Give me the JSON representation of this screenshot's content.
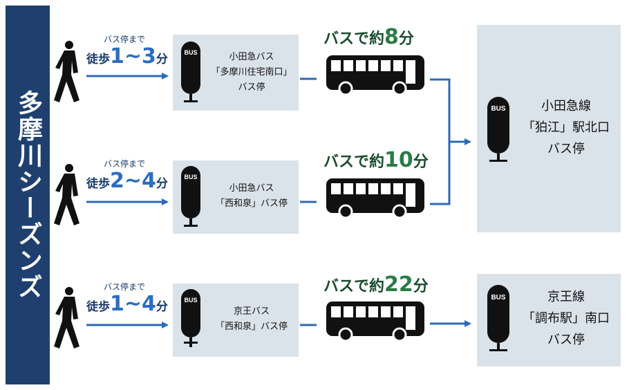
{
  "sidebar": {
    "title": "多摩川シーズンズ"
  },
  "routes": [
    {
      "walk_caption": "バス停まで",
      "walk_label": "徒歩",
      "walk_range": "1~3",
      "walk_unit": "分",
      "stop_line1": "小田急バス",
      "stop_line2": "「多摩川住宅南口」",
      "stop_line3": "バス停",
      "bus_prefix": "バスで約",
      "bus_minutes": "8",
      "bus_unit": "分"
    },
    {
      "walk_caption": "バス停まで",
      "walk_label": "徒歩",
      "walk_range": "2~4",
      "walk_unit": "分",
      "stop_line1": "小田急バス",
      "stop_line2": "「西和泉」バス停",
      "bus_prefix": "バスで約",
      "bus_minutes": "10",
      "bus_unit": "分"
    },
    {
      "walk_caption": "バス停まで",
      "walk_label": "徒歩",
      "walk_range": "1~4",
      "walk_unit": "分",
      "stop_line1": "京王バス",
      "stop_line2": "「西和泉」バス停",
      "bus_prefix": "バスで約",
      "bus_minutes": "22",
      "bus_unit": "分"
    }
  ],
  "destinations": [
    {
      "line1": "小田急線",
      "line2": "「狛江」駅北口",
      "line3": "バス停"
    },
    {
      "line1": "京王線",
      "line2": "「調布駅」南口",
      "line3": "バス停"
    }
  ],
  "icons": {
    "bus_stop_sign": "BUS"
  },
  "colors": {
    "sidebar": "#1f3f6f",
    "arrow": "#2f68b6",
    "box": "#dbe3ea",
    "bus_time": "#2b7a46"
  }
}
